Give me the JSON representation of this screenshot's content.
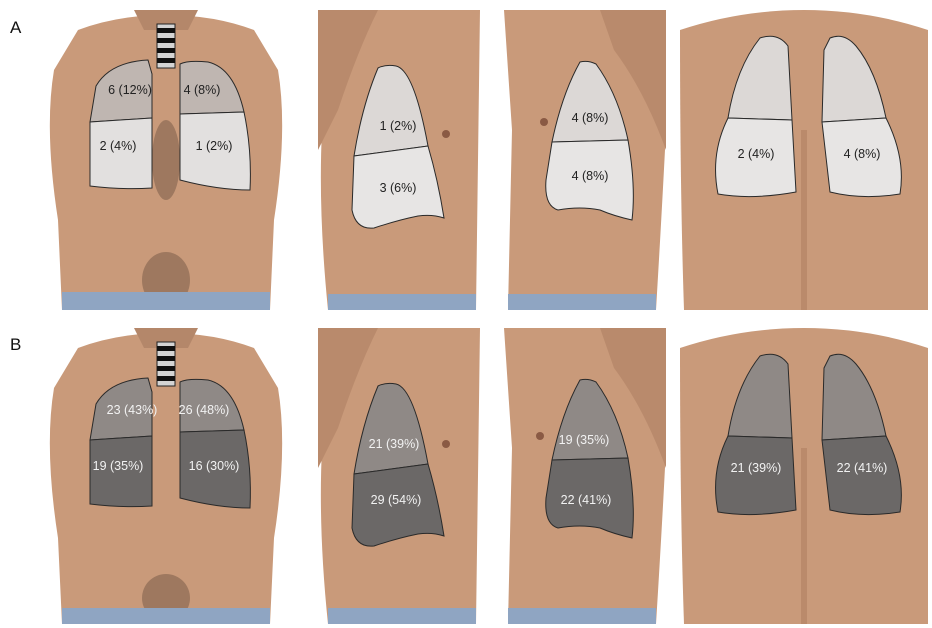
{
  "rows": [
    {
      "label": "A",
      "theme": "light",
      "panels": [
        {
          "view": "anterior",
          "zones": [
            "6 (12%)",
            "4 (8%)",
            "2 (4%)",
            "1 (2%)"
          ]
        },
        {
          "view": "right-lateral",
          "zones": [
            "1 (2%)",
            "3 (6%)"
          ]
        },
        {
          "view": "left-lateral",
          "zones": [
            "4 (8%)",
            "4 (8%)"
          ]
        },
        {
          "view": "posterior",
          "zones": [
            "2 (4%)",
            "4 (8%)"
          ]
        }
      ]
    },
    {
      "label": "B",
      "theme": "dark",
      "panels": [
        {
          "view": "anterior",
          "zones": [
            "23 (43%)",
            "26 (48%)",
            "19 (35%)",
            "16 (30%)"
          ]
        },
        {
          "view": "right-lateral",
          "zones": [
            "21  (39%)",
            "29 (54%)"
          ]
        },
        {
          "view": "left-lateral",
          "zones": [
            "19  (35%)",
            "22 (41%)"
          ]
        },
        {
          "view": "posterior",
          "zones": [
            "21 (39%)",
            "22 (41%)"
          ]
        }
      ]
    }
  ],
  "colors": {
    "skin": "#c99a7a",
    "skin_shadow": "#9f6f52",
    "light_upper": "#bfb6b1",
    "light_lower": "#e2e0df",
    "dark_upper": "#8f8986",
    "dark_lower": "#6b6867",
    "outline": "#2a2a2a",
    "jeans": "#8fa5c2"
  }
}
